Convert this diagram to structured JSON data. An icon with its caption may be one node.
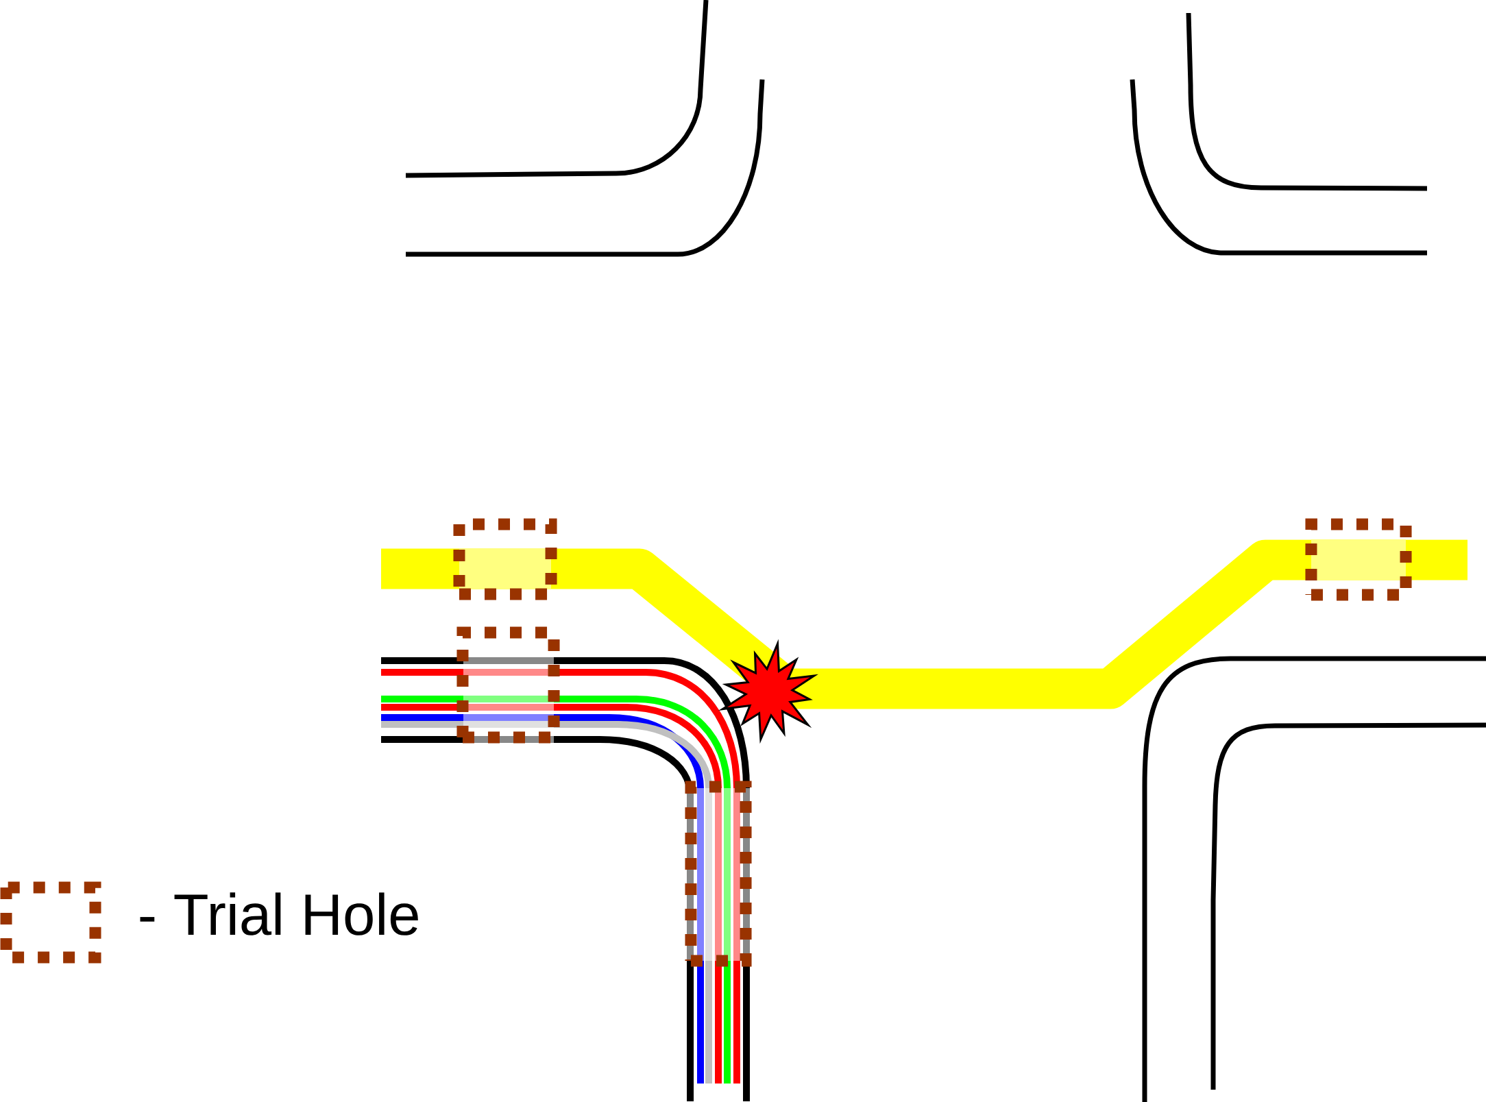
{
  "diagram": {
    "nodes": [
      {
        "text": [],
        "shape": "box"
      },
      {
        "text": [],
        "shape": "box"
      },
      {
        "text": [],
        "shape": "box"
      },
      {
        "text": [],
        "shape": "box"
      }
    ],
    "legend": [
      {
        "text": "- Trial Hole"
      }
    ]
  }
}
